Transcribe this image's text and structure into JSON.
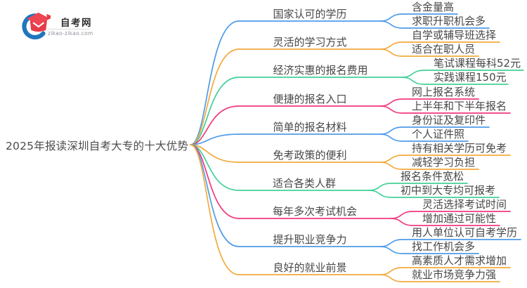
{
  "logo": {
    "site_name": "自考网",
    "site_url": "zikao-zikao.com"
  },
  "center": {
    "title": "2025年报读深圳自考大专的十大优势"
  },
  "palette": {
    "blue": "#4e9ce8",
    "orange": "#f3a93c",
    "green": "#43d098",
    "pink": "#f0397f",
    "text": "#474747",
    "logo_blue": "#2176bd",
    "logo_red": "#e63c48"
  },
  "branches": [
    {
      "label": "国家认可的学历",
      "color": "blue",
      "children": [
        "含金量高",
        "求职升职机会多"
      ]
    },
    {
      "label": "灵活的学习方式",
      "color": "orange",
      "children": [
        "自学或辅导班选择",
        "适合在职人员"
      ]
    },
    {
      "label": "经济实惠的报名费用",
      "color": "green",
      "children": [
        "笔试课程每科52元",
        "实践课程150元"
      ]
    },
    {
      "label": "便捷的报名入口",
      "color": "pink",
      "children": [
        "网上报名系统",
        "上半年和下半年报名"
      ]
    },
    {
      "label": "简单的报名材料",
      "color": "blue",
      "children": [
        "身份证及复印件",
        "个人证件照"
      ]
    },
    {
      "label": "免考政策的便利",
      "color": "orange",
      "children": [
        "持有相关学历可免考",
        "减轻学习负担"
      ]
    },
    {
      "label": "适合各类人群",
      "color": "green",
      "children": [
        "报名条件宽松",
        "初中到大专均可报考"
      ]
    },
    {
      "label": "每年多次考试机会",
      "color": "pink",
      "children": [
        "灵活选择考试时间",
        "增加通过可能性"
      ]
    },
    {
      "label": "提升职业竞争力",
      "color": "blue",
      "children": [
        "用人单位认可自考学历",
        "找工作机会多"
      ]
    },
    {
      "label": "良好的就业前景",
      "color": "orange",
      "children": [
        "高素质人才需求增加",
        "就业市场竞争力强"
      ]
    }
  ]
}
